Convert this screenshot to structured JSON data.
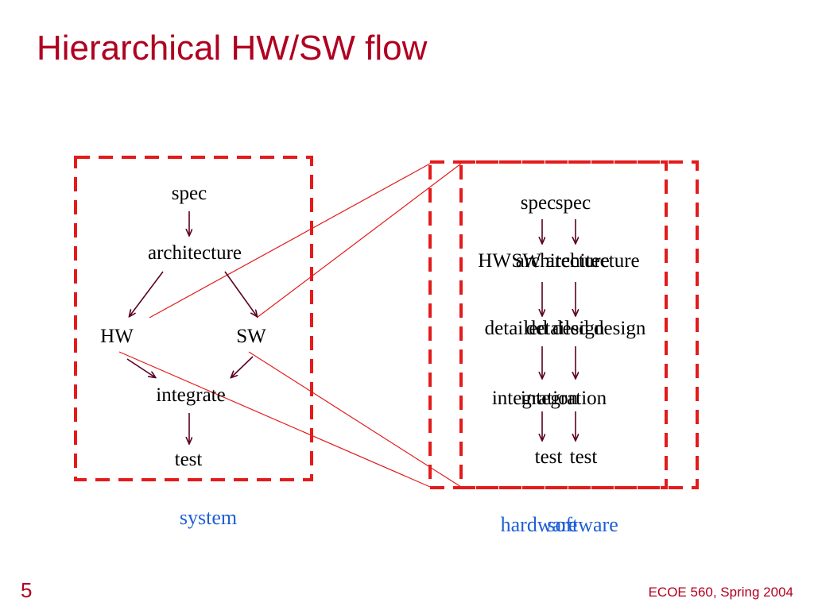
{
  "slide": {
    "title": "Hierarchical HW/SW flow",
    "number": "5",
    "footer": "ECOE 560, Spring 2004"
  },
  "system": {
    "caption": "system",
    "nodes": {
      "spec": "spec",
      "architecture": "architecture",
      "hw": "HW",
      "sw": "SW",
      "integrate": "integrate",
      "test": "test"
    }
  },
  "hardware": {
    "caption": "hardware",
    "nodes": {
      "spec": "spec",
      "architecture": "HW architecture",
      "design": "detailed design",
      "integration": "integration",
      "test": "test"
    }
  },
  "software": {
    "caption": "software",
    "nodes": {
      "spec": "spec",
      "architecture": "SW architecture",
      "design": "detailed design",
      "integration": "integration",
      "test": "test"
    }
  },
  "colors": {
    "title": "#b00020",
    "box_dash": "#e41b1b",
    "zoom_lines": "#e41b1b",
    "arrows": "#5a0022",
    "caption": "#1f5fd6"
  }
}
